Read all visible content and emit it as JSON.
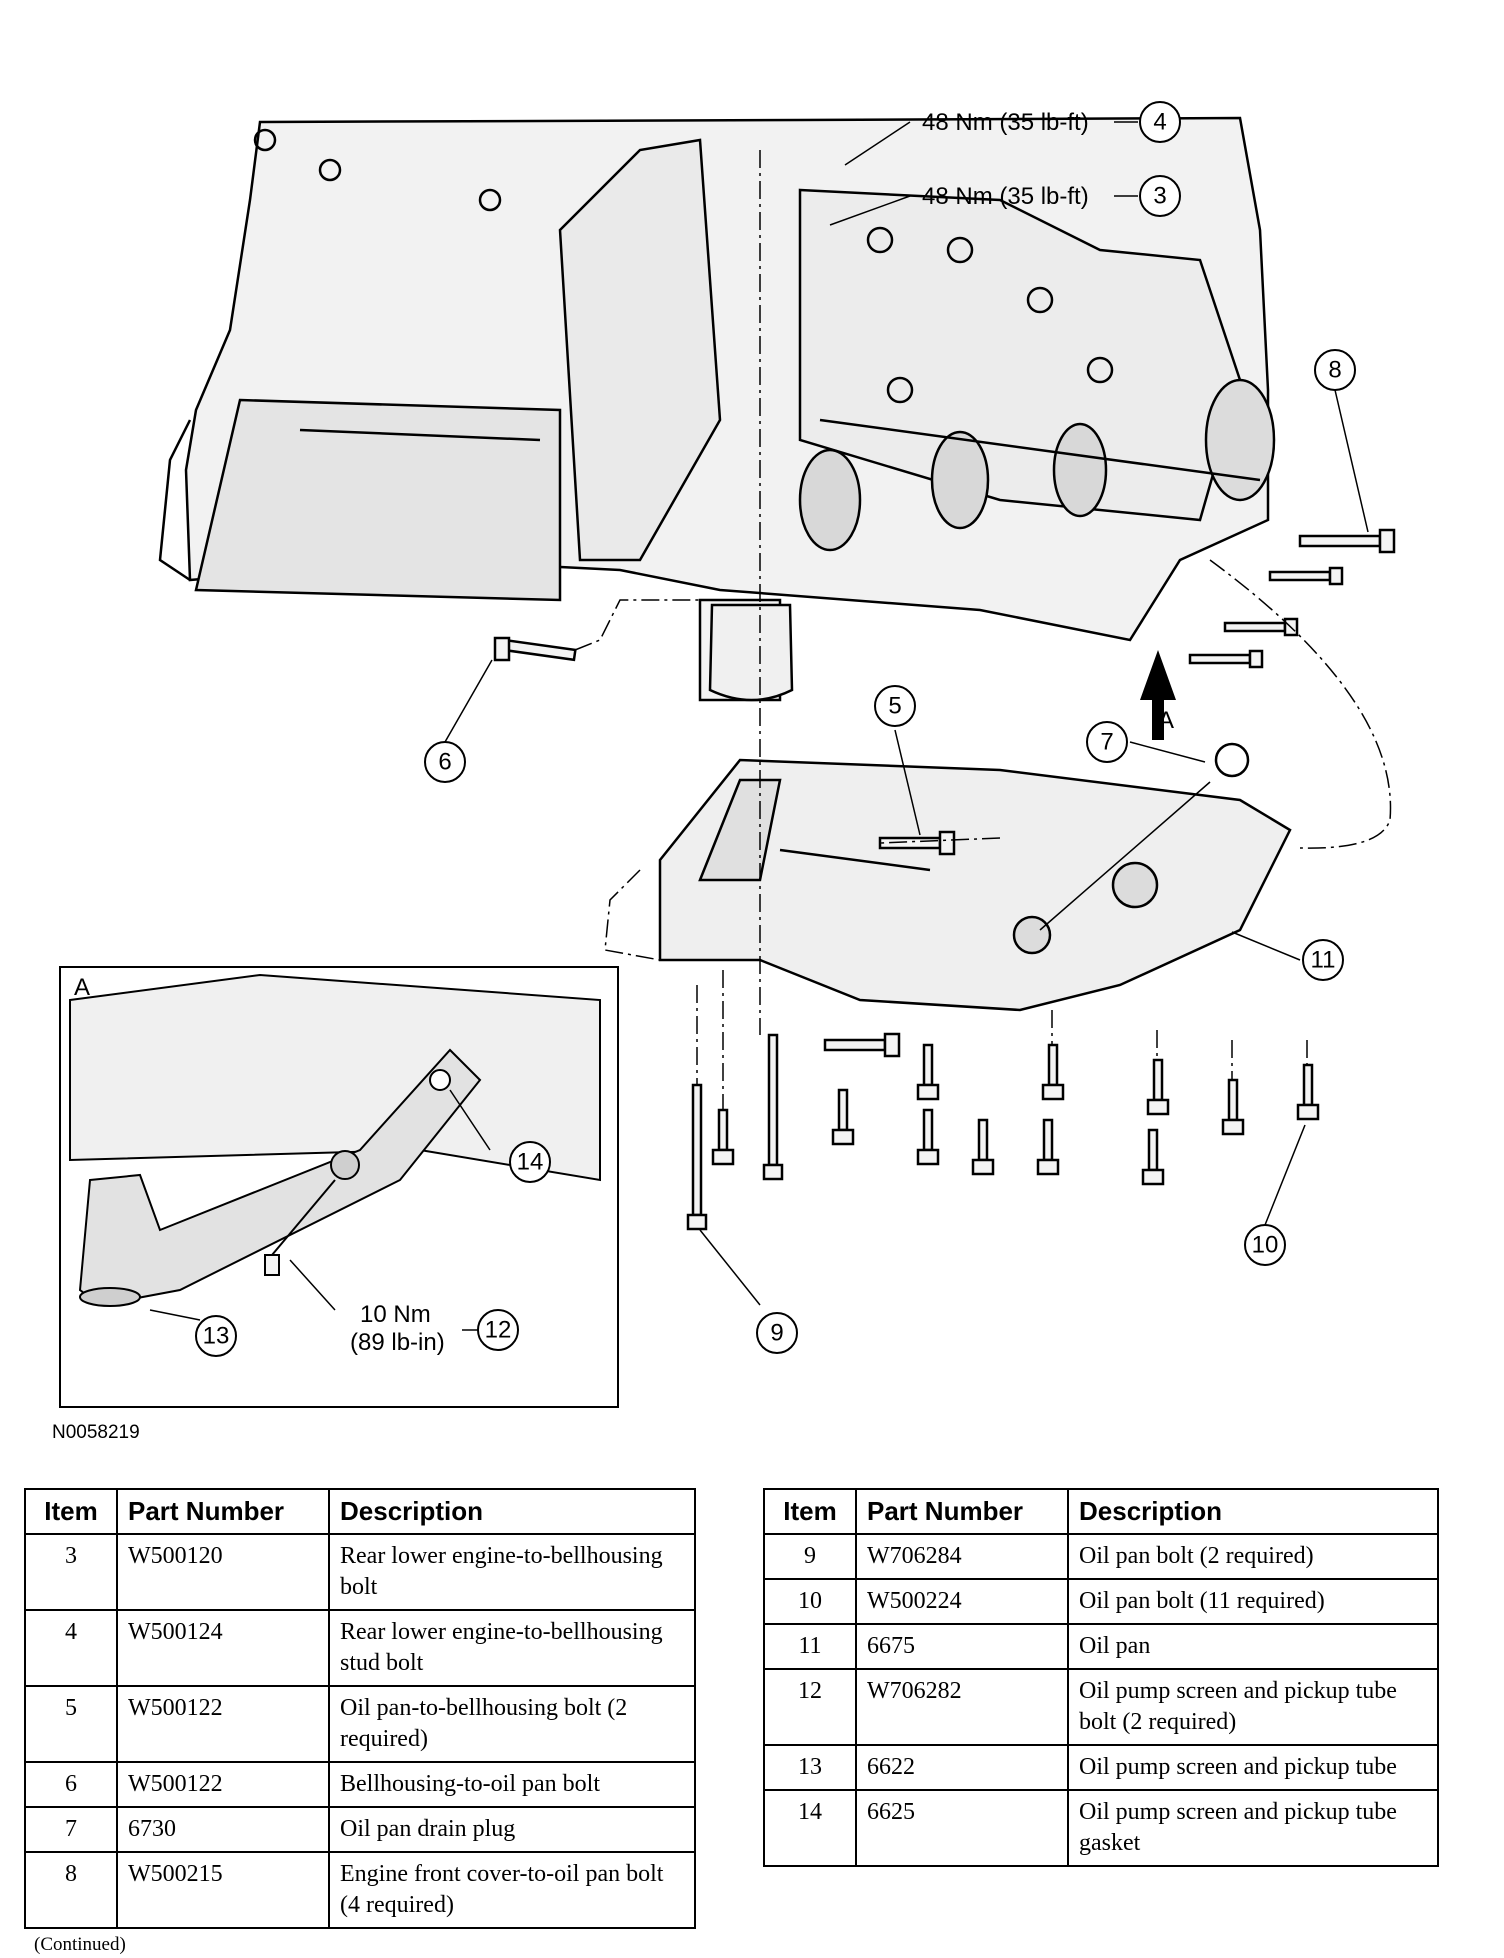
{
  "figure": {
    "code": "N0058219",
    "torque_labels": {
      "item4": "48 Nm (35 lb-ft)",
      "item3": "48 Nm (35 lb-ft)",
      "item12_nm": "10 Nm",
      "item12_lbin": "(89 lb-in)"
    },
    "view_letter": "A",
    "inset_letter": "A",
    "callouts": [
      "3",
      "4",
      "5",
      "6",
      "7",
      "8",
      "9",
      "10",
      "11",
      "12",
      "13",
      "14"
    ]
  },
  "tables": {
    "headers": {
      "item": "Item",
      "part_number": "Part Number",
      "description": "Description"
    },
    "left": [
      {
        "item": "3",
        "part": "W500120",
        "desc": "Rear lower engine-to-bellhousing bolt"
      },
      {
        "item": "4",
        "part": "W500124",
        "desc": "Rear lower engine-to-bellhousing stud bolt"
      },
      {
        "item": "5",
        "part": "W500122",
        "desc": "Oil pan-to-bellhousing bolt (2 required)"
      },
      {
        "item": "6",
        "part": "W500122",
        "desc": "Bellhousing-to-oil pan bolt"
      },
      {
        "item": "7",
        "part": "6730",
        "desc": "Oil pan drain plug"
      },
      {
        "item": "8",
        "part": "W500215",
        "desc": "Engine front cover-to-oil pan bolt (4 required)"
      }
    ],
    "right": [
      {
        "item": "9",
        "part": "W706284",
        "desc": "Oil pan bolt (2 required)"
      },
      {
        "item": "10",
        "part": "W500224",
        "desc": "Oil pan bolt (11 required)"
      },
      {
        "item": "11",
        "part": "6675",
        "desc": "Oil pan"
      },
      {
        "item": "12",
        "part": "W706282",
        "desc": "Oil pump screen and pickup tube bolt (2 required)"
      },
      {
        "item": "13",
        "part": "6622",
        "desc": "Oil pump screen and pickup tube"
      },
      {
        "item": "14",
        "part": "6625",
        "desc": "Oil pump screen and pickup tube gasket"
      }
    ]
  },
  "footer": {
    "continued": "(Continued)"
  }
}
